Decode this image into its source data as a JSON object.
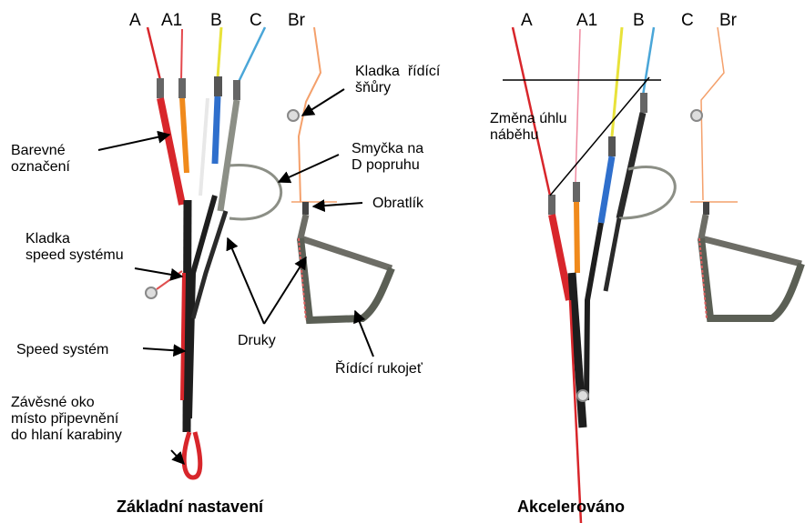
{
  "riser_labels": {
    "left": [
      "A",
      "A1",
      "B",
      "C",
      "Br"
    ],
    "right": [
      "A",
      "A1",
      "B",
      "C",
      "Br"
    ]
  },
  "left_panel": {
    "caption": "Základní nastavení",
    "annotations": {
      "brake_pulley": "Kladka  řídící\nšňůry",
      "color_marking": "Barevné\noznačení",
      "d_loop": "Smyčka na\nD popruhu",
      "swivel": "Obratlík",
      "speed_pulley": "Kladka\nspeed systému",
      "press_studs": "Druky",
      "speed_system": "Speed systém",
      "brake_handle": "Řídící rukojeť",
      "main_loop": "Závěsné oko\nmísto připevnění\ndo hlaní karabiny"
    }
  },
  "right_panel": {
    "caption": "Akcelerováno",
    "annotations": {
      "aoa_change": "Změna úhlu\nnáběhu"
    }
  },
  "colors": {
    "a_riser": "#d8262b",
    "a1_riser": "#f08a1c",
    "b_riser": "#2f6fcc",
    "b_line": "#e8e23a",
    "c_line": "#4aa6d8",
    "brake_line": "#f4a06b",
    "webbing": "#1e1e1e",
    "grey_riser": "#8c8f86"
  }
}
